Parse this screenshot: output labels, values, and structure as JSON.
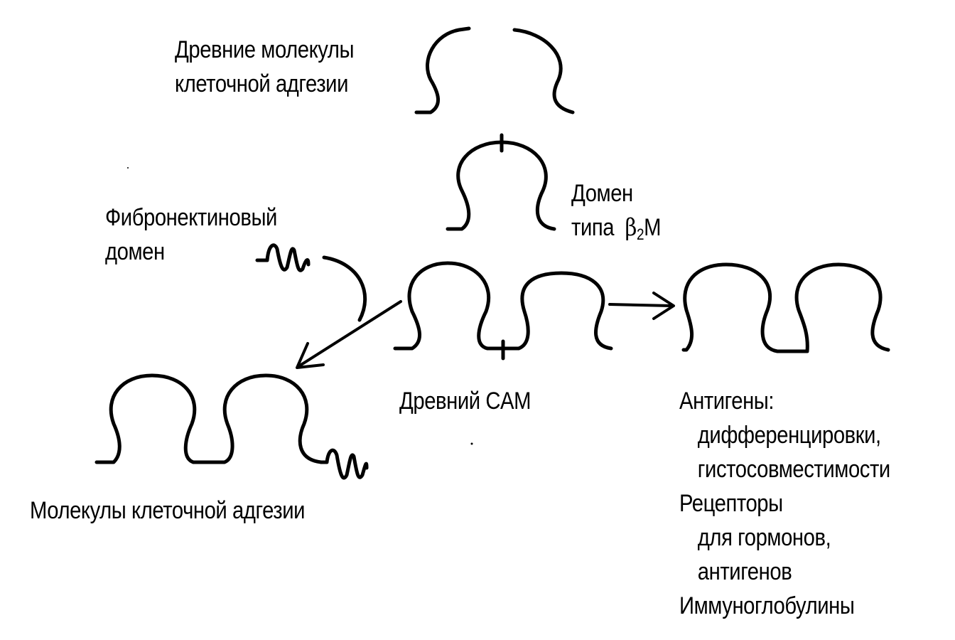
{
  "labels": {
    "ancient_cam_molecules": [
      "Древние молекулы",
      "клеточной адгезии"
    ],
    "b2m_domain": {
      "line1": "Домен",
      "line2_prefix": "типа",
      "symbol": "β",
      "subscript": "2",
      "suffix": "M"
    },
    "fibronectin_domain": [
      "Фибронектиновый",
      "домен"
    ],
    "ancient_cam": "Древний CAM",
    "cell_adhesion_molecules": "Молекулы клеточной адгезии",
    "antigens": {
      "heading": "Антигены:",
      "items": [
        "дифференцировки,",
        "гистосовместимости"
      ]
    },
    "receptors": {
      "heading": "Рецепторы",
      "items": [
        "для гормонов,",
        "антигенов"
      ]
    },
    "immunoglobulins": "Иммуноглобулины"
  },
  "colors": {
    "ink": "#000000",
    "background": "#ffffff"
  }
}
